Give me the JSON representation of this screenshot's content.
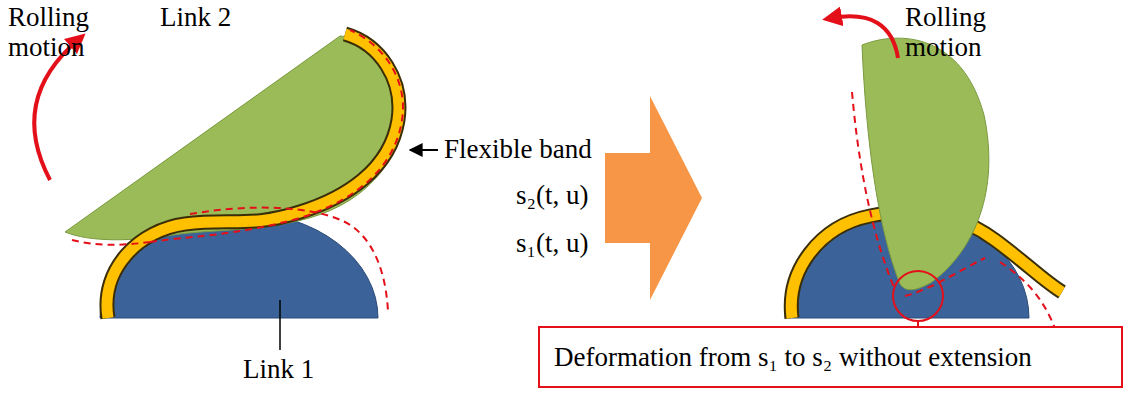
{
  "diagram": {
    "nodes": [
      {
        "text": [
          "Deformation from s₁ to s₂ without extension"
        ]
      }
    ],
    "labels": [
      "Rolling motion",
      "Link 2",
      "Flexible band",
      "s₂(t, u)",
      "s₁(t, u)",
      "Link 1",
      "Rolling motion"
    ]
  }
}
